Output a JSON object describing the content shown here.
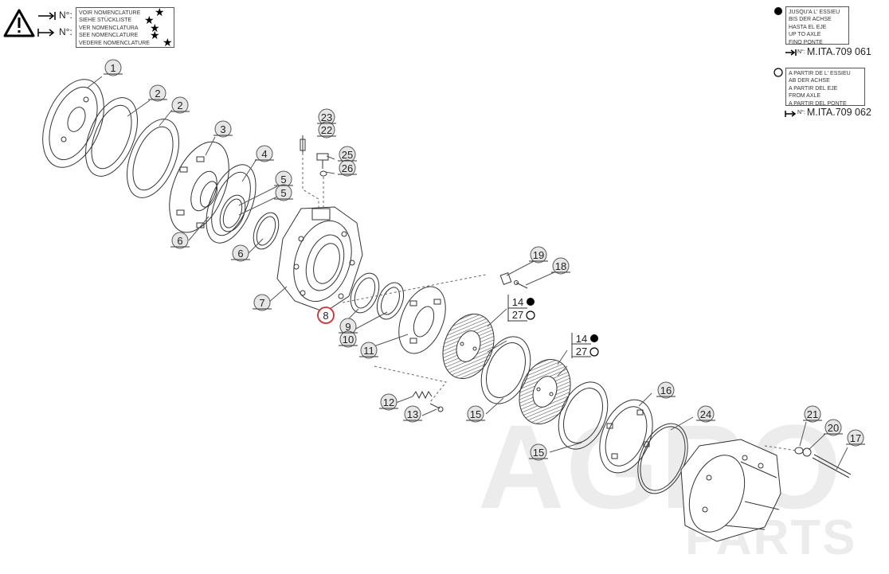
{
  "legend_nomenclature": {
    "lines": [
      "VOIR NOMENCLATURE",
      "SIEHE STÜCKLISTE",
      "VER NOMENCLATURA",
      "SEE NOMENCLATURE",
      "VEDERE NOMENCLATURE"
    ],
    "symbol_label_1": "N°:",
    "symbol_label_2": "N°:"
  },
  "legend_up_to_axle": {
    "lines": [
      "JUSQU'A L' ESSIEU",
      "BIS DER ACHSE",
      "HASTA EL EJE",
      "UP TO AXLE",
      "FINO PONTE"
    ],
    "prefix": "N°:",
    "code": "M.ITA.709 061"
  },
  "legend_from_axle": {
    "lines": [
      "A PARTIR DE L' ESSIEU",
      "AB DER ACHSE",
      "A PARTIR DEL EJE",
      "FROM AXLE",
      "A PARTIR DEL PONTE"
    ],
    "prefix": "N°:",
    "code": "M.ITA.709 062"
  },
  "callouts": [
    {
      "id": "c1",
      "text": "1"
    },
    {
      "id": "c2a",
      "text": "2"
    },
    {
      "id": "c2b",
      "text": "2"
    },
    {
      "id": "c3",
      "text": "3"
    },
    {
      "id": "c4",
      "text": "4"
    },
    {
      "id": "c5a",
      "text": "5"
    },
    {
      "id": "c5b",
      "text": "5"
    },
    {
      "id": "c6a",
      "text": "6"
    },
    {
      "id": "c6b",
      "text": "6"
    },
    {
      "id": "c7",
      "text": "7"
    },
    {
      "id": "c8",
      "text": "8"
    },
    {
      "id": "c9",
      "text": "9"
    },
    {
      "id": "c10",
      "text": "10"
    },
    {
      "id": "c11",
      "text": "11"
    },
    {
      "id": "c12",
      "text": "12"
    },
    {
      "id": "c13",
      "text": "13"
    },
    {
      "id": "c14a",
      "text": "14"
    },
    {
      "id": "c27a",
      "text": "27"
    },
    {
      "id": "c14b",
      "text": "14"
    },
    {
      "id": "c27b",
      "text": "27"
    },
    {
      "id": "c15a",
      "text": "15"
    },
    {
      "id": "c15b",
      "text": "15"
    },
    {
      "id": "c16",
      "text": "16"
    },
    {
      "id": "c17",
      "text": "17"
    },
    {
      "id": "c18",
      "text": "18"
    },
    {
      "id": "c19",
      "text": "19"
    },
    {
      "id": "c20",
      "text": "20"
    },
    {
      "id": "c21",
      "text": "21"
    },
    {
      "id": "c22",
      "text": "22"
    },
    {
      "id": "c23",
      "text": "23"
    },
    {
      "id": "c24",
      "text": "24"
    },
    {
      "id": "c25",
      "text": "25"
    },
    {
      "id": "c26",
      "text": "26"
    }
  ],
  "highlighted_callout": "8",
  "watermark": {
    "line1": "AGRO",
    "line2": "PARTS"
  },
  "colors": {
    "line": "#333333",
    "highlight": "#d32f2f",
    "watermark": "#ececec",
    "balloon": "#e6e6e6"
  }
}
